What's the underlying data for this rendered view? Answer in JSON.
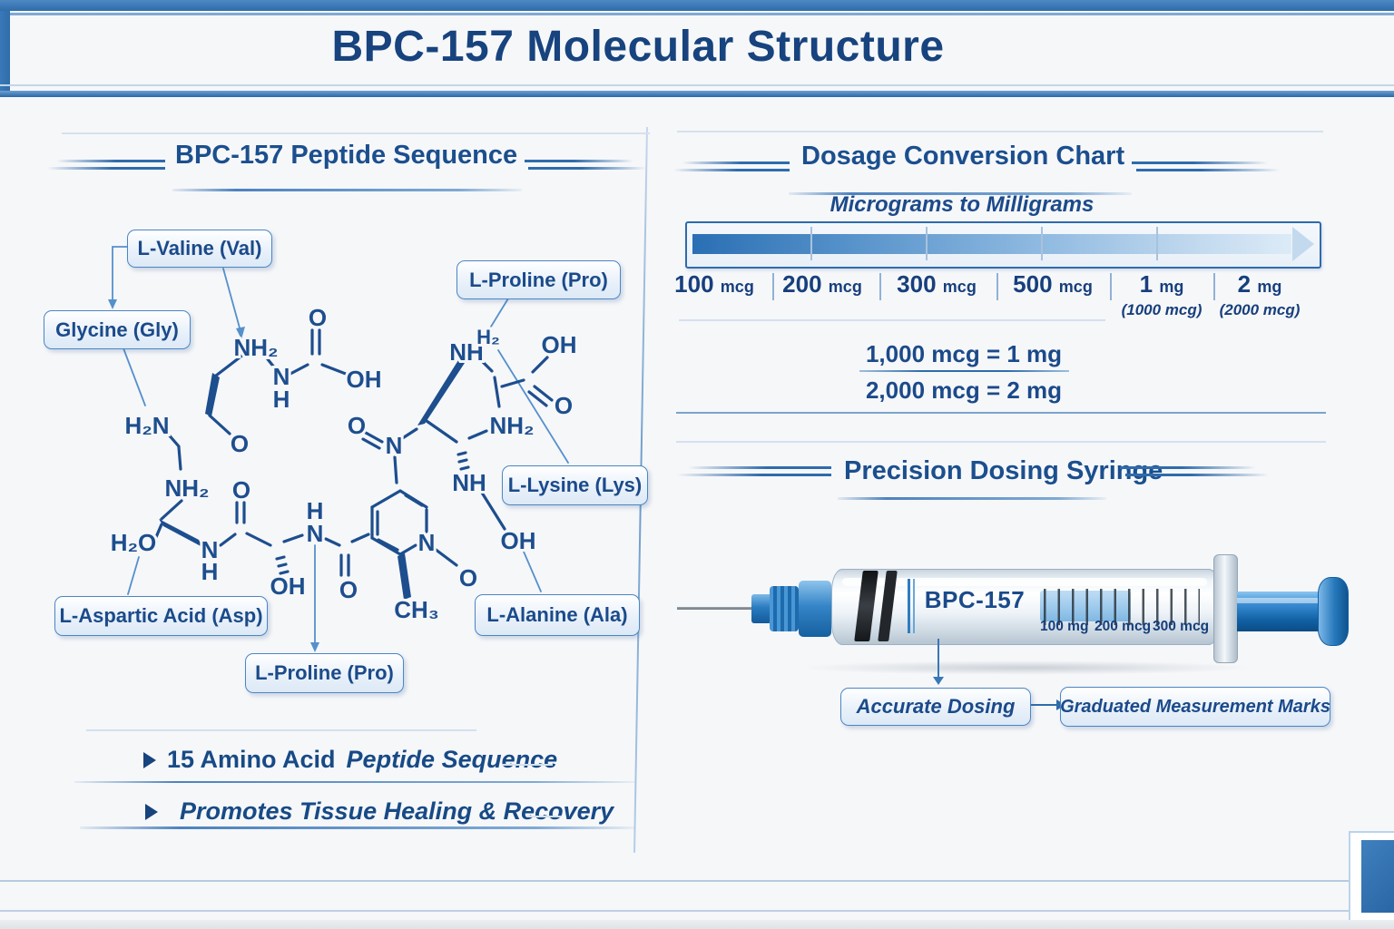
{
  "title": "BPC-157 Molecular Structure",
  "left_panel": {
    "header": "BPC-157 Peptide Sequence",
    "amino_acid_labels": [
      "L-Valine (Val)",
      "Glycine (Gly)",
      "L-Proline (Pro)",
      "L-Lysine (Lys)",
      "L-Aspartic Acid (Asp)",
      "L-Alanine (Ala)",
      "L-Proline (Pro)"
    ],
    "atom_labels": [
      "NH₂",
      "O",
      "OH",
      "N",
      "H",
      "H₂N",
      "O",
      "NH₂",
      "O",
      "H₂O",
      "N",
      "H",
      "OH",
      "H",
      "N",
      "O",
      "CH₃",
      "N",
      "O",
      "O",
      "N",
      "NH",
      "NH₂",
      "NH",
      "H₂",
      "OH",
      "O",
      "OH"
    ],
    "bullets": [
      {
        "plain": "15 Amino Acid ",
        "italic": "Peptide Sequence"
      },
      {
        "plain": "",
        "italic": "Promotes Tissue Healing & Recovery"
      }
    ]
  },
  "dosage_chart": {
    "header": "Dosage Conversion Chart",
    "subtitle": "Micrograms to Milligrams",
    "scale_labels": [
      {
        "amount": "100",
        "unit": "mcg",
        "note": ""
      },
      {
        "amount": "200",
        "unit": "mcg",
        "note": ""
      },
      {
        "amount": "300",
        "unit": "mcg",
        "note": ""
      },
      {
        "amount": "500",
        "unit": "mcg",
        "note": ""
      },
      {
        "amount": "1",
        "unit": "mg",
        "note": "(1000 mcg)"
      },
      {
        "amount": "2",
        "unit": "mg",
        "note": "(2000 mcg)"
      }
    ],
    "equivalences": [
      "1,000 mcg = 1 mg",
      "2,000 mcg = 2 mg"
    ]
  },
  "syringe_section": {
    "header": "Precision Dosing Syringe",
    "barrel_text": "BPC-157",
    "graduation_labels": [
      "100 mg",
      "200 mcg",
      "300 mcg"
    ],
    "callout_primary": "Accurate Dosing",
    "callout_secondary": "Graduated Measurement Marks"
  },
  "colors": {
    "heading_blue": "#1b4a8a",
    "accent_blue": "#2e6cab",
    "light_line_blue": "#b9d2e8",
    "bond_blue": "#1d4e8e",
    "syringe_blue": "#1e6db5",
    "bar_gradient_start": "#2a6fb4",
    "bar_gradient_end": "#dcebf7"
  }
}
